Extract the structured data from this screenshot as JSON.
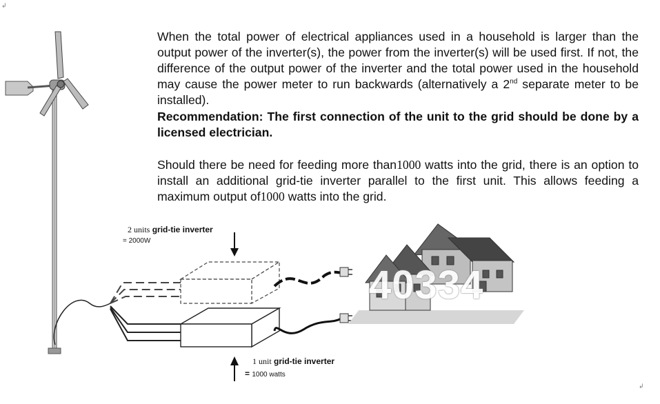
{
  "text": {
    "para1_pre": "When the total power of electrical appliances used in a household is larger than the output power of the inverter(s), the power from the inverter(s) will be used first. If not, the difference of the output power of the inverter and the total power used in the household may cause the power meter to run backwards (alternatively a 2",
    "para1_sup": "nd",
    "para1_post": " separate meter to be installed).",
    "recommendation": "Recommendation: The first connection of the unit to the grid should be done by a licensed electrician.",
    "para3_pre": "Should there be need for feeding more than",
    "para3_num1": "1000",
    "para3_mid": " watts into the grid, there is an option to install an additional grid-tie inverter parallel to the first unit. This allows feeding a maximum output of",
    "para3_num2": "1000",
    "para3_post": " watts into the grid."
  },
  "diagram": {
    "top_label_units": "2 units",
    "top_label_name": "grid-tie inverter",
    "top_label_total": "= 2000W",
    "bottom_label_units": "1 unit",
    "bottom_label_name": "grid-tie inverter",
    "bottom_label_eq": "=",
    "bottom_label_total": "1000 watts"
  },
  "watermark": "40334",
  "marks": {
    "top_left": "↲",
    "bottom_right": "↲"
  },
  "colors": {
    "text": "#111111",
    "line": "#222222",
    "house_dark": "#555555",
    "house_light": "#a8a8a8"
  }
}
